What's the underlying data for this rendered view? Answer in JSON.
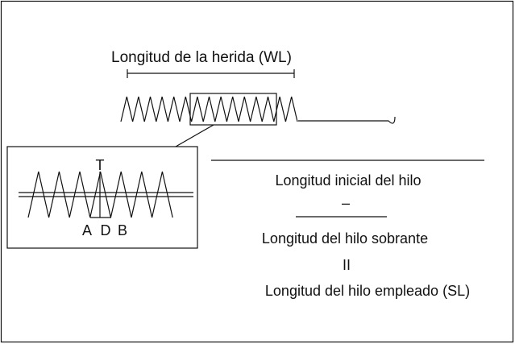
{
  "wound_length_label": "Longitud de la herida (WL)",
  "inset_labels": {
    "top": "T",
    "a": "A",
    "d": "D",
    "b": "B"
  },
  "formula": {
    "initial": "Longitud inicial del hilo",
    "minus": "–",
    "leftover": "Longitud del hilo sobrante",
    "equals": "II",
    "used": "Longitud del hilo empleado (SL)"
  }
}
